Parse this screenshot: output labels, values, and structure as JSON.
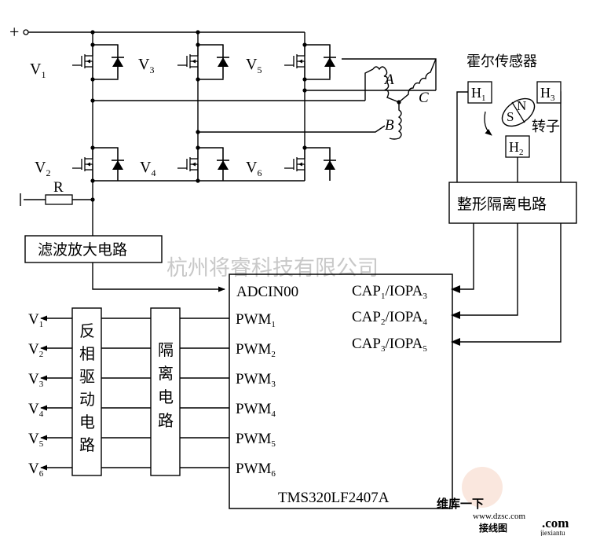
{
  "power": {
    "plus": "+"
  },
  "switches": {
    "v1": {
      "base": "V",
      "sub": "1"
    },
    "v2": {
      "base": "V",
      "sub": "2"
    },
    "v3": {
      "base": "V",
      "sub": "3"
    },
    "v4": {
      "base": "V",
      "sub": "4"
    },
    "v5": {
      "base": "V",
      "sub": "5"
    },
    "v6": {
      "base": "V",
      "sub": "6"
    }
  },
  "resistor": "R",
  "motor": {
    "phase_a": "A",
    "phase_b": "B",
    "phase_c": "C"
  },
  "hall": {
    "title": "霍尔传感器",
    "h1": {
      "base": "H",
      "sub": "1"
    },
    "h2": {
      "base": "H",
      "sub": "2"
    },
    "h3": {
      "base": "H",
      "sub": "3"
    },
    "rotor_label": "转子",
    "pole_s": "S",
    "pole_n": "N"
  },
  "shaping": "整形隔离电路",
  "filter": "滤波放大电路",
  "watermark": "杭州将睿科技有限公司",
  "dsp": {
    "adc": "ADCIN00",
    "chip": "TMS320LF2407A",
    "pwm": [
      {
        "base": "PWM",
        "sub": "1"
      },
      {
        "base": "PWM",
        "sub": "2"
      },
      {
        "base": "PWM",
        "sub": "3"
      },
      {
        "base": "PWM",
        "sub": "4"
      },
      {
        "base": "PWM",
        "sub": "5"
      },
      {
        "base": "PWM",
        "sub": "6"
      }
    ],
    "cap": [
      {
        "a": "CAP",
        "s1": "1",
        "b": "/IOPA",
        "s2": "3"
      },
      {
        "a": "CAP",
        "s1": "2",
        "b": "/IOPA",
        "s2": "4"
      },
      {
        "a": "CAP",
        "s1": "3",
        "b": "/IOPA",
        "s2": "5"
      }
    ]
  },
  "outputs": [
    {
      "base": "V",
      "sub": "1"
    },
    {
      "base": "V",
      "sub": "2"
    },
    {
      "base": "V",
      "sub": "3"
    },
    {
      "base": "V",
      "sub": "4"
    },
    {
      "base": "V",
      "sub": "5"
    },
    {
      "base": "V",
      "sub": "6"
    }
  ],
  "inv_driver": [
    "反",
    "相",
    "驱",
    "动",
    "电",
    "路"
  ],
  "isolation": [
    "隔",
    "离",
    "电",
    "路"
  ],
  "logo": {
    "line1": "维库一下",
    "line2": "www.dzsc.com",
    "line3": "接线图",
    "line4": ".com",
    "line5": "jiexiantu"
  }
}
